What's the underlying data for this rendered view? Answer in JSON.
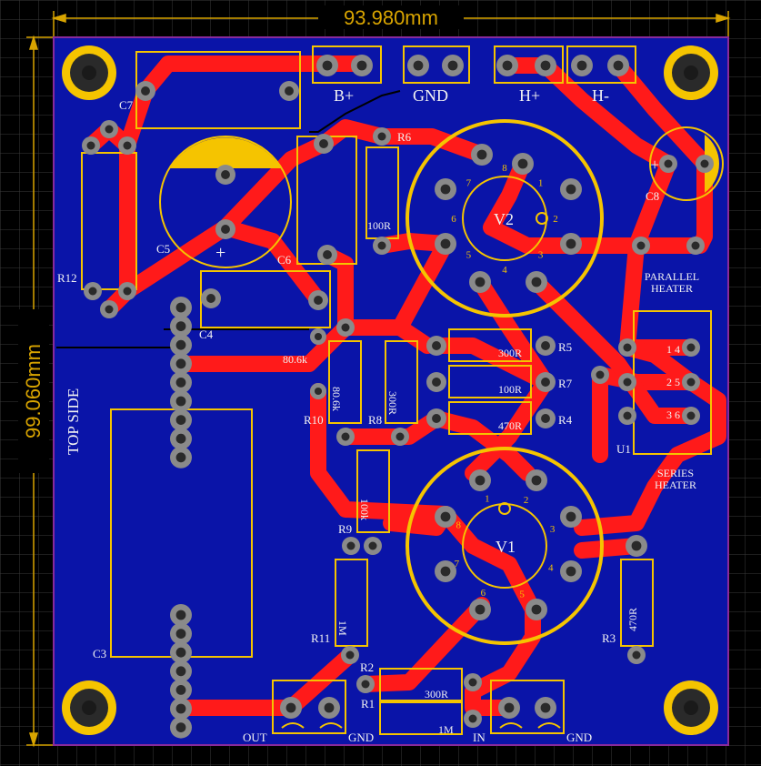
{
  "board": {
    "width_label": "93.980mm",
    "height_label": "99.060mm",
    "side_label": "TOP SIDE",
    "colors": {
      "background": "#000000",
      "grid": "#3a3a3a",
      "board_fill": "#0a14a8",
      "copper": "#ff1a1a",
      "silkscreen": "#f5c400",
      "pad": "#8a8a8a",
      "hole": "#2a2a2a",
      "text": "#f2f2f2",
      "dimension": "#d8a400",
      "outline": "#8a2a9a"
    }
  },
  "components": {
    "C7": "C7",
    "C5": "C5",
    "C6": "C6",
    "C4": "C4",
    "C3": "C3",
    "C8": "C8",
    "R12": "R12",
    "R6": "R6",
    "R5": "R5",
    "R7": "R7",
    "R4": "R4",
    "R10": "R10",
    "R8": "R8",
    "R9": "R9",
    "R11": "R11",
    "R3": "R3",
    "R2": "R2",
    "R1": "R1",
    "U1": "U1",
    "V1": "V1",
    "V2": "V2"
  },
  "values": {
    "r_100R_a": "100R",
    "r_80_6k_a": "80.6k",
    "r_80_6k_b": "80.6k",
    "r_300R_a": "300R",
    "r_300R_b": "300R",
    "r_100R_b": "100R",
    "r_470R_a": "470R",
    "r_100k": "100k",
    "r_1M_a": "1M",
    "r_470R_b": "470R",
    "r_300R_c": "300R",
    "r_1M_b": "1M"
  },
  "connectors": {
    "b_plus": "B+",
    "gnd": "GND",
    "h_plus": "H+",
    "h_minus": "H-",
    "out": "OUT",
    "out_gnd": "GND",
    "in": "IN",
    "in_gnd": "GND"
  },
  "heater": {
    "parallel_1": "PARALLEL",
    "parallel_2": "HEATER",
    "series_1": "SERIES",
    "series_2": "HEATER",
    "pin_14": "1 4",
    "pin_25": "2 5",
    "pin_36": "3 6"
  },
  "polarity": {
    "plus": "+"
  },
  "tube_pins": [
    "1",
    "2",
    "3",
    "4",
    "5",
    "6",
    "7",
    "8"
  ]
}
